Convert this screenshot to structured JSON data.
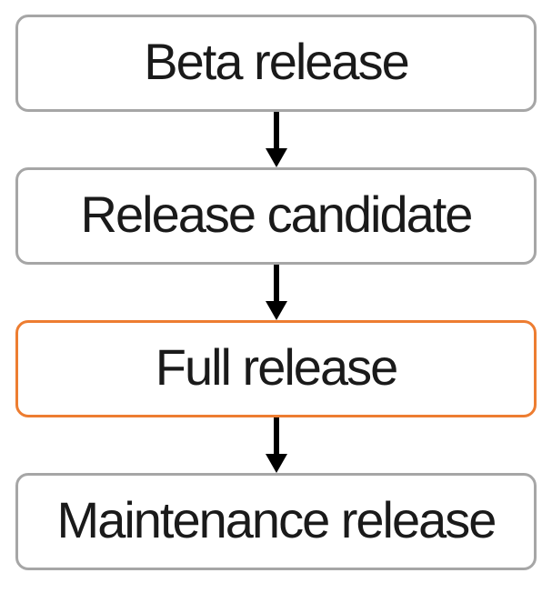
{
  "diagram": {
    "type": "flowchart",
    "direction": "top-to-bottom",
    "steps": [
      {
        "label": "Beta release",
        "highlighted": false
      },
      {
        "label": "Release candidate",
        "highlighted": false
      },
      {
        "label": "Full release",
        "highlighted": true
      },
      {
        "label": "Maintenance release",
        "highlighted": false
      }
    ],
    "connectors": [
      {
        "from": "Beta release",
        "to": "Release candidate",
        "style": "arrow-down"
      },
      {
        "from": "Release candidate",
        "to": "Full release",
        "style": "arrow-down"
      },
      {
        "from": "Full release",
        "to": "Maintenance release",
        "style": "arrow-down"
      }
    ],
    "colors": {
      "box_border_default": "#A6A6A6",
      "box_border_highlight": "#ED7D31",
      "box_background": "#FFFFFF",
      "text": "#1A1A1A",
      "arrow": "#000000",
      "page_background": "#FFFFFF"
    }
  }
}
